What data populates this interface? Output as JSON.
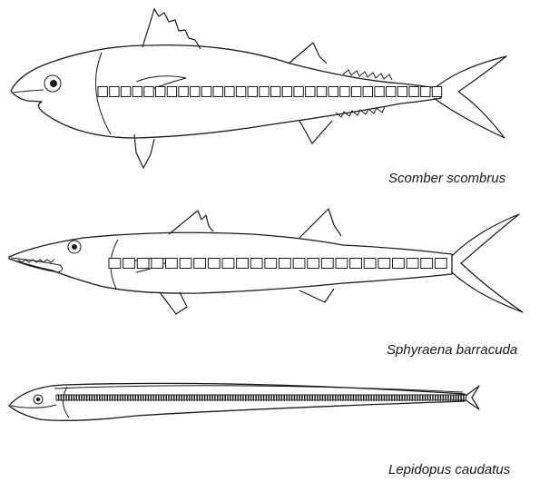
{
  "figure": {
    "specimens": [
      {
        "id": "scomber",
        "species": "Scomber scombrus",
        "vertebra_count": 30
      },
      {
        "id": "sphyraena",
        "species": "Sphyraena barracuda",
        "vertebra_count": 24
      },
      {
        "id": "lepidopus",
        "species": "Lepidopus caudatus",
        "vertebra_count": 160
      }
    ]
  },
  "colors": {
    "line": "#1a1a1a",
    "background": "#ffffff"
  }
}
